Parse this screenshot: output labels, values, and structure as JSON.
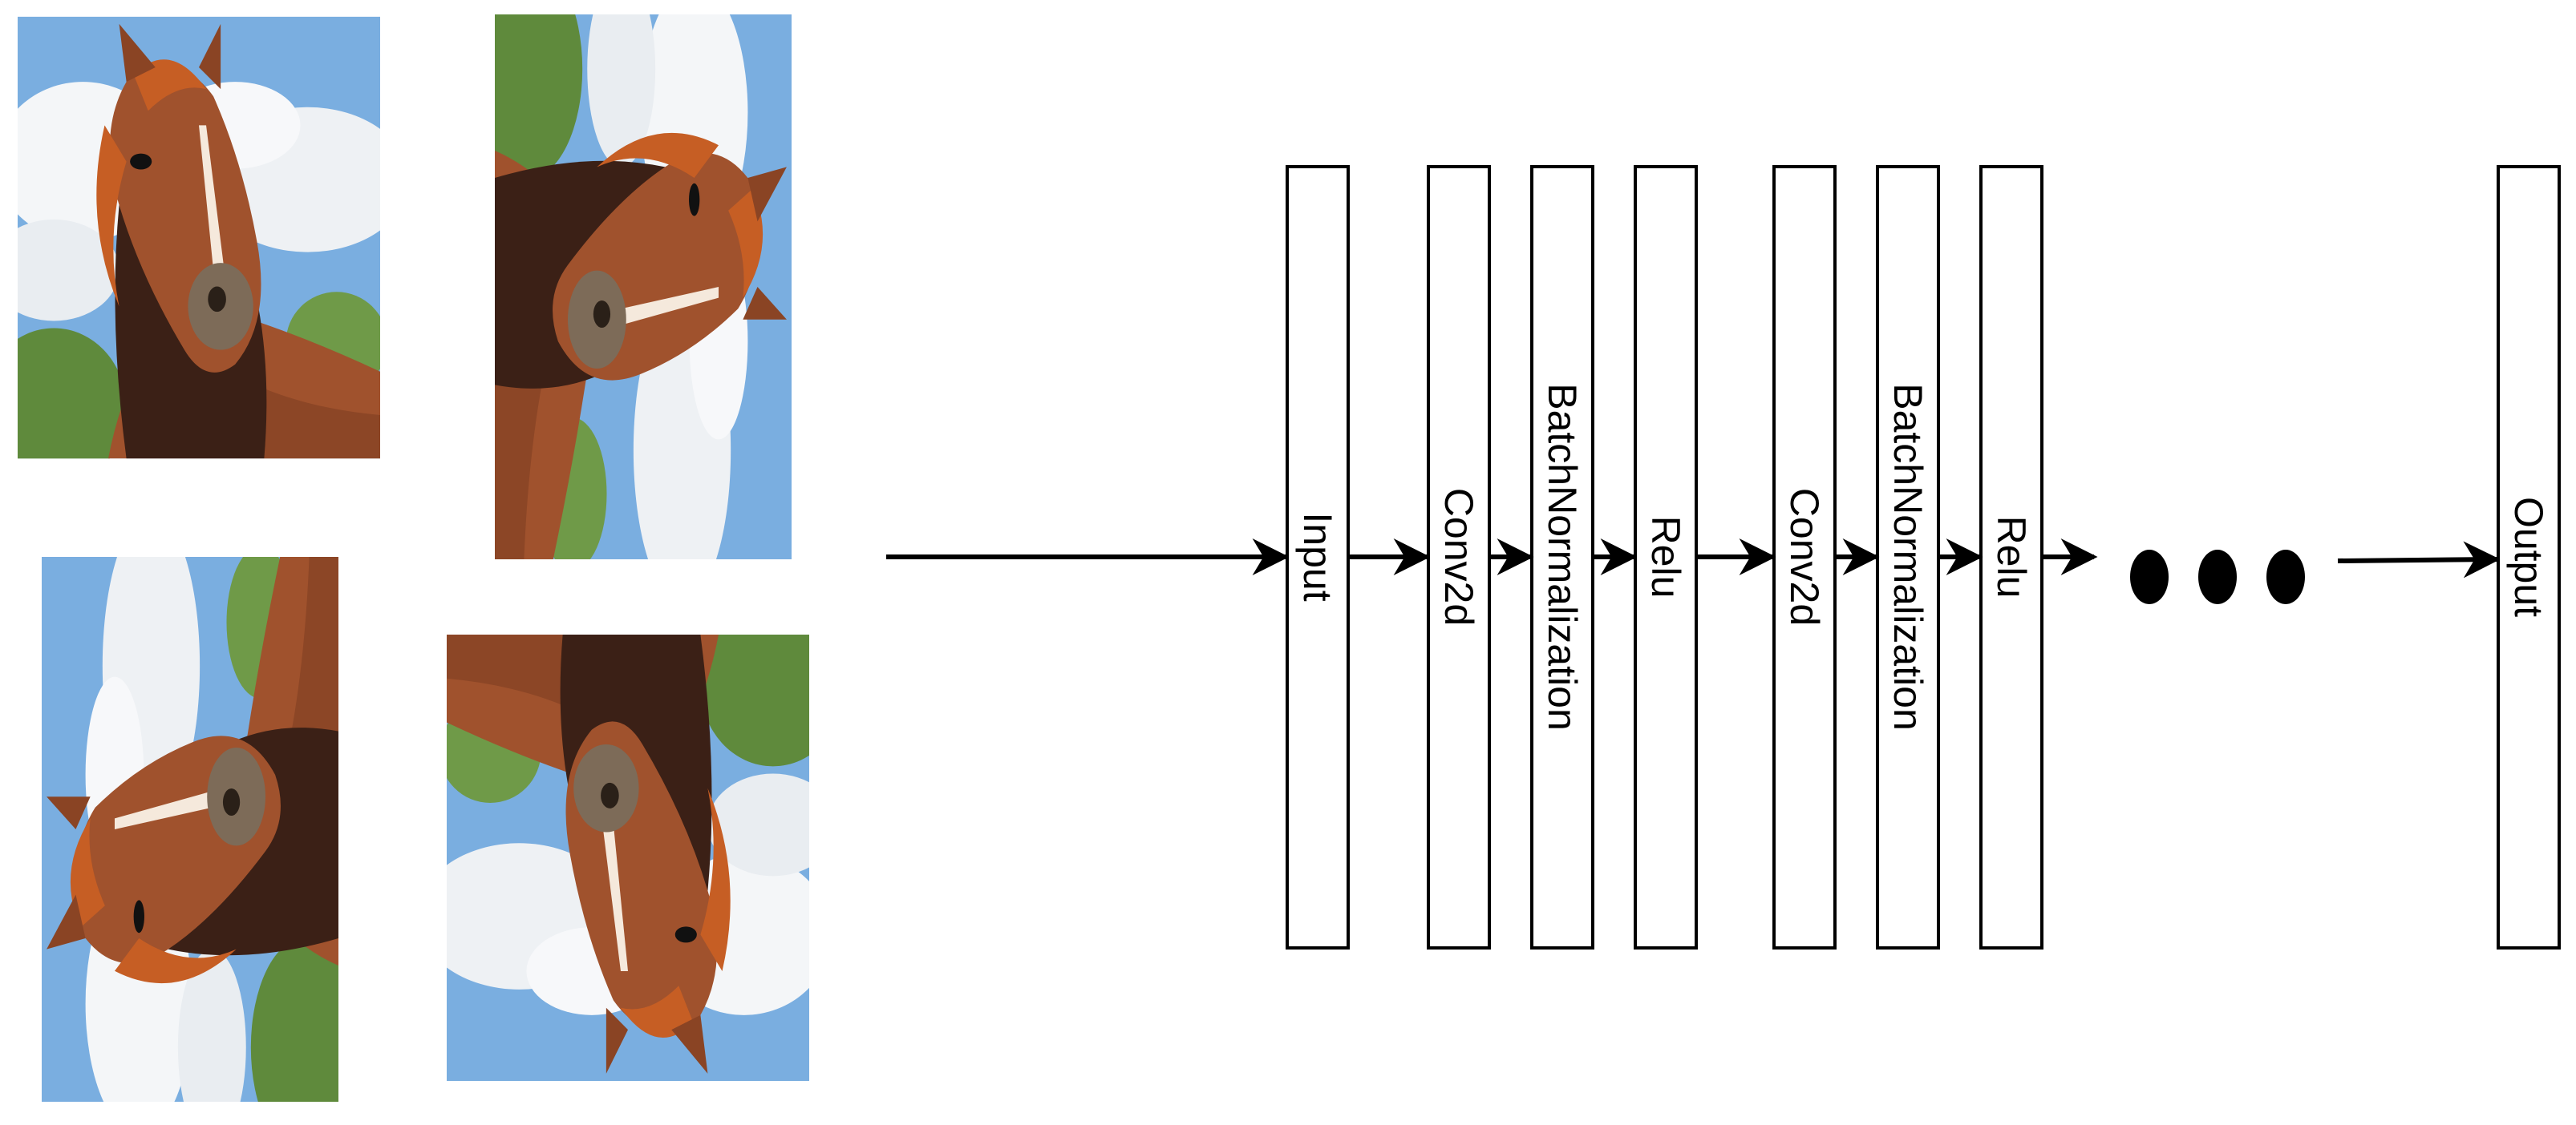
{
  "input_images": [
    {
      "name": "horse-original",
      "orientation": "upright"
    },
    {
      "name": "horse-rotated-90-cw",
      "orientation": "rotated 90 clockwise"
    },
    {
      "name": "horse-rotated-90-ccw",
      "orientation": "rotated 90 counter-clockwise"
    },
    {
      "name": "horse-rotated-180",
      "orientation": "rotated 180"
    }
  ],
  "layers": [
    {
      "id": "input",
      "label": "Input"
    },
    {
      "id": "conv2d-1",
      "label": "Conv2d"
    },
    {
      "id": "batchnorm-1",
      "label": "BatchNormalization"
    },
    {
      "id": "relu-1",
      "label": "Relu"
    },
    {
      "id": "conv2d-2",
      "label": "Conv2d"
    },
    {
      "id": "batchnorm-2",
      "label": "BatchNormalization"
    },
    {
      "id": "relu-2",
      "label": "Relu"
    },
    {
      "id": "output",
      "label": "Output"
    }
  ],
  "ellipsis": "more layers",
  "colors": {
    "sky": "#7aaee0",
    "cloud": "#f4f6f8",
    "foliage": "#5f8a3c",
    "horse": "#a0522d",
    "horse_dark": "#3b2016",
    "mane": "#c65e24",
    "line": "#000000",
    "box_fill": "#ffffff"
  }
}
